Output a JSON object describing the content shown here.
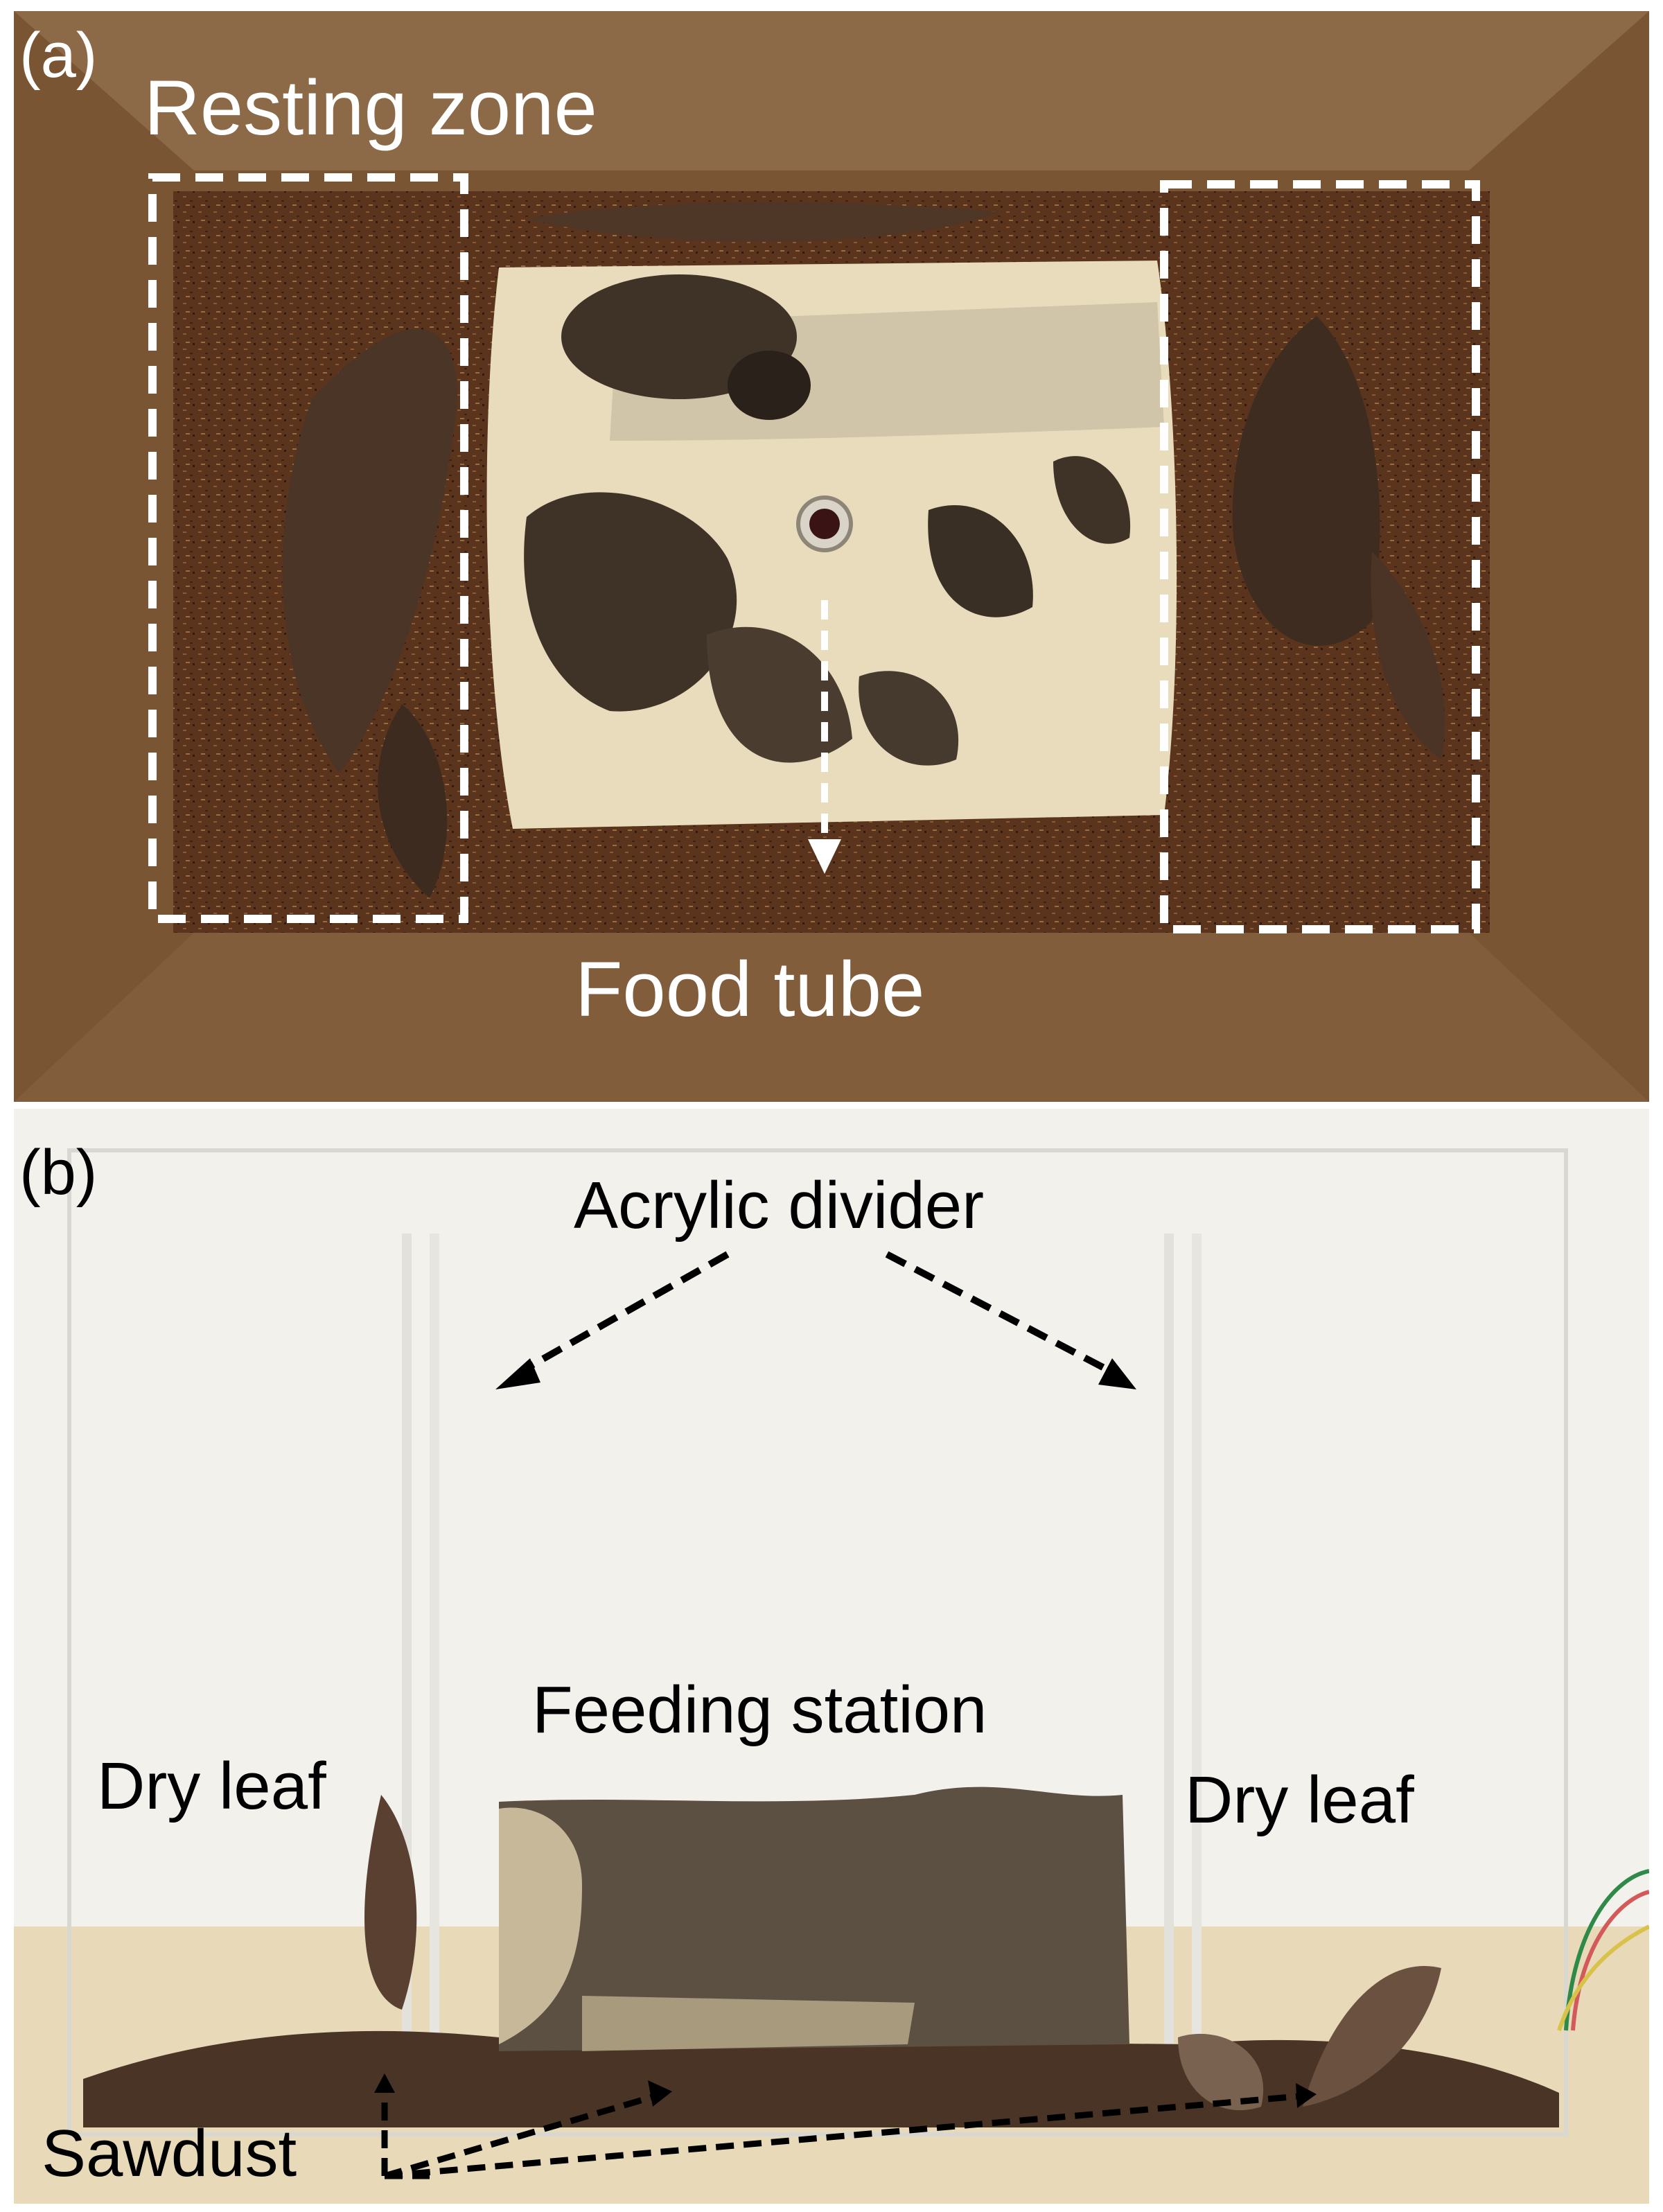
{
  "panels": {
    "a": {
      "letter": "(a)",
      "labels": {
        "resting_zone": "Resting zone",
        "food_tube": "Food tube"
      }
    },
    "b": {
      "letter": "(b)",
      "labels": {
        "acrylic_divider": "Acrylic divider",
        "feeding_station": "Feeding station",
        "dry_leaf_left": "Dry leaf",
        "dry_leaf_right": "Dry leaf",
        "sawdust": "Sawdust"
      }
    }
  },
  "colors": {
    "sawdust": "#5a341c",
    "wood_log": "#e9dcbd",
    "dark_wood": "#3f3328",
    "bark": "#5c5042",
    "leaf": "#4a3527",
    "background_b": "#f3f1ec",
    "table": "#e8d9b8",
    "annotation_white": "#ffffff",
    "annotation_black": "#000000"
  }
}
